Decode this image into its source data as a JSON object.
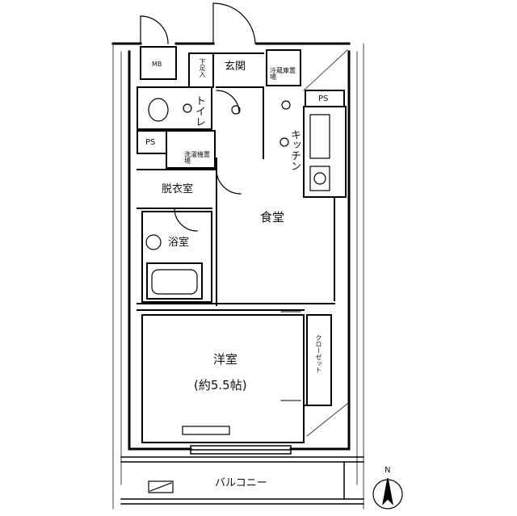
{
  "rooms": {
    "mb": "MB",
    "genkan": "玄関",
    "shoebox": "下足入",
    "fridge": "冷蔵庫置場",
    "ps_top": "PS",
    "toilet": "トイレ",
    "kitchen": "キッチン",
    "ps_left": "PS",
    "washer": "洗濯機置場",
    "dressing": "脱衣室",
    "dining": "食堂",
    "bath": "浴室",
    "western_room": "洋室",
    "western_size": "(約5.5帖)",
    "closet": "クローゼット",
    "balcony": "バルコニー"
  },
  "compass": {
    "north": "N"
  }
}
